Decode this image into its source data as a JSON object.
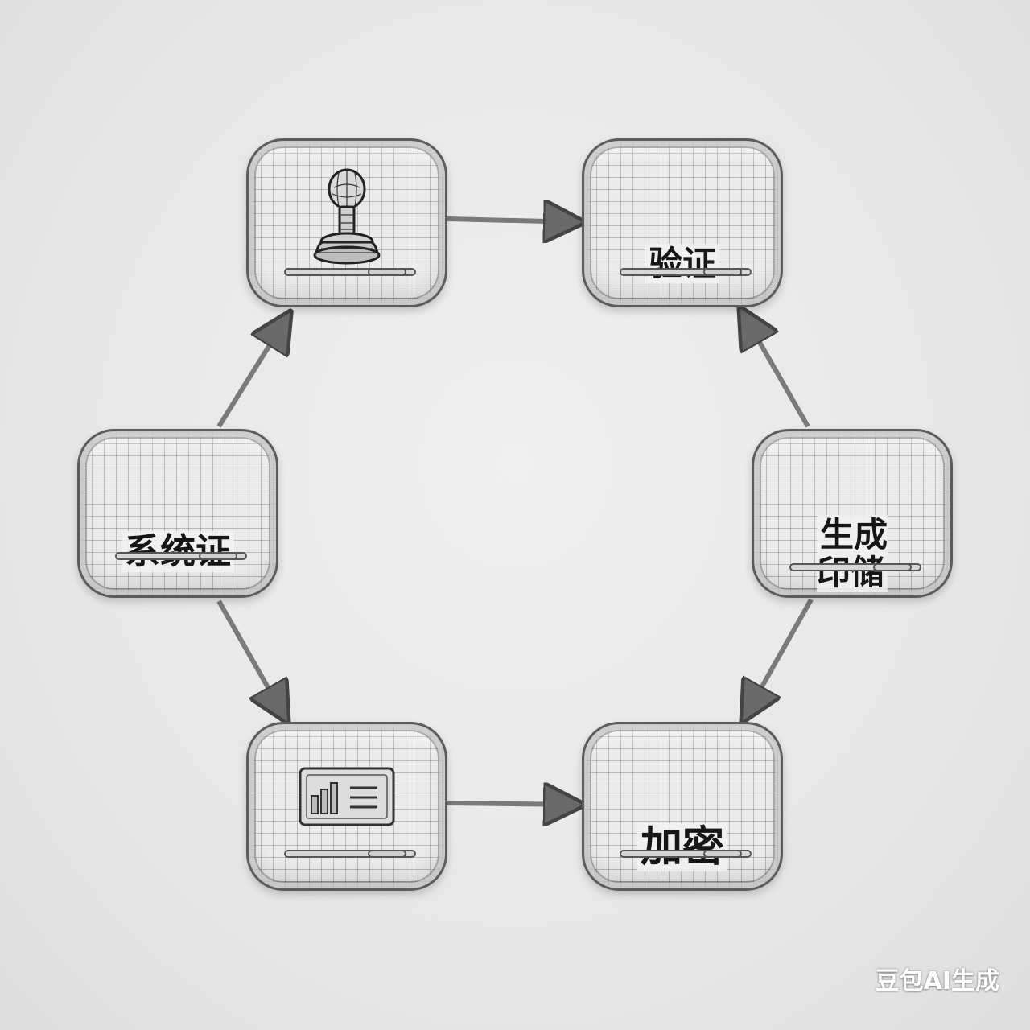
{
  "nodes": [
    {
      "id": "stamp",
      "icon": "stamp-icon"
    },
    {
      "id": "verify",
      "label": "验证"
    },
    {
      "id": "system-cert",
      "label": "系统证"
    },
    {
      "id": "generate-seal-storage",
      "label": "生成\n印储"
    },
    {
      "id": "dashboard",
      "icon": "dashboard-icon"
    },
    {
      "id": "encrypt",
      "label": "加密"
    }
  ],
  "edges": [
    {
      "from": "system-cert",
      "to": "stamp"
    },
    {
      "from": "stamp",
      "to": "verify"
    },
    {
      "from": "generate-seal-storage",
      "to": "verify"
    },
    {
      "from": "system-cert",
      "to": "dashboard"
    },
    {
      "from": "dashboard",
      "to": "encrypt"
    },
    {
      "from": "generate-seal-storage",
      "to": "encrypt"
    }
  ],
  "colors": {
    "stroke": "#5c5c5c",
    "text": "#161616",
    "background": "#e8e8e8"
  },
  "watermark": "豆包AI生成"
}
